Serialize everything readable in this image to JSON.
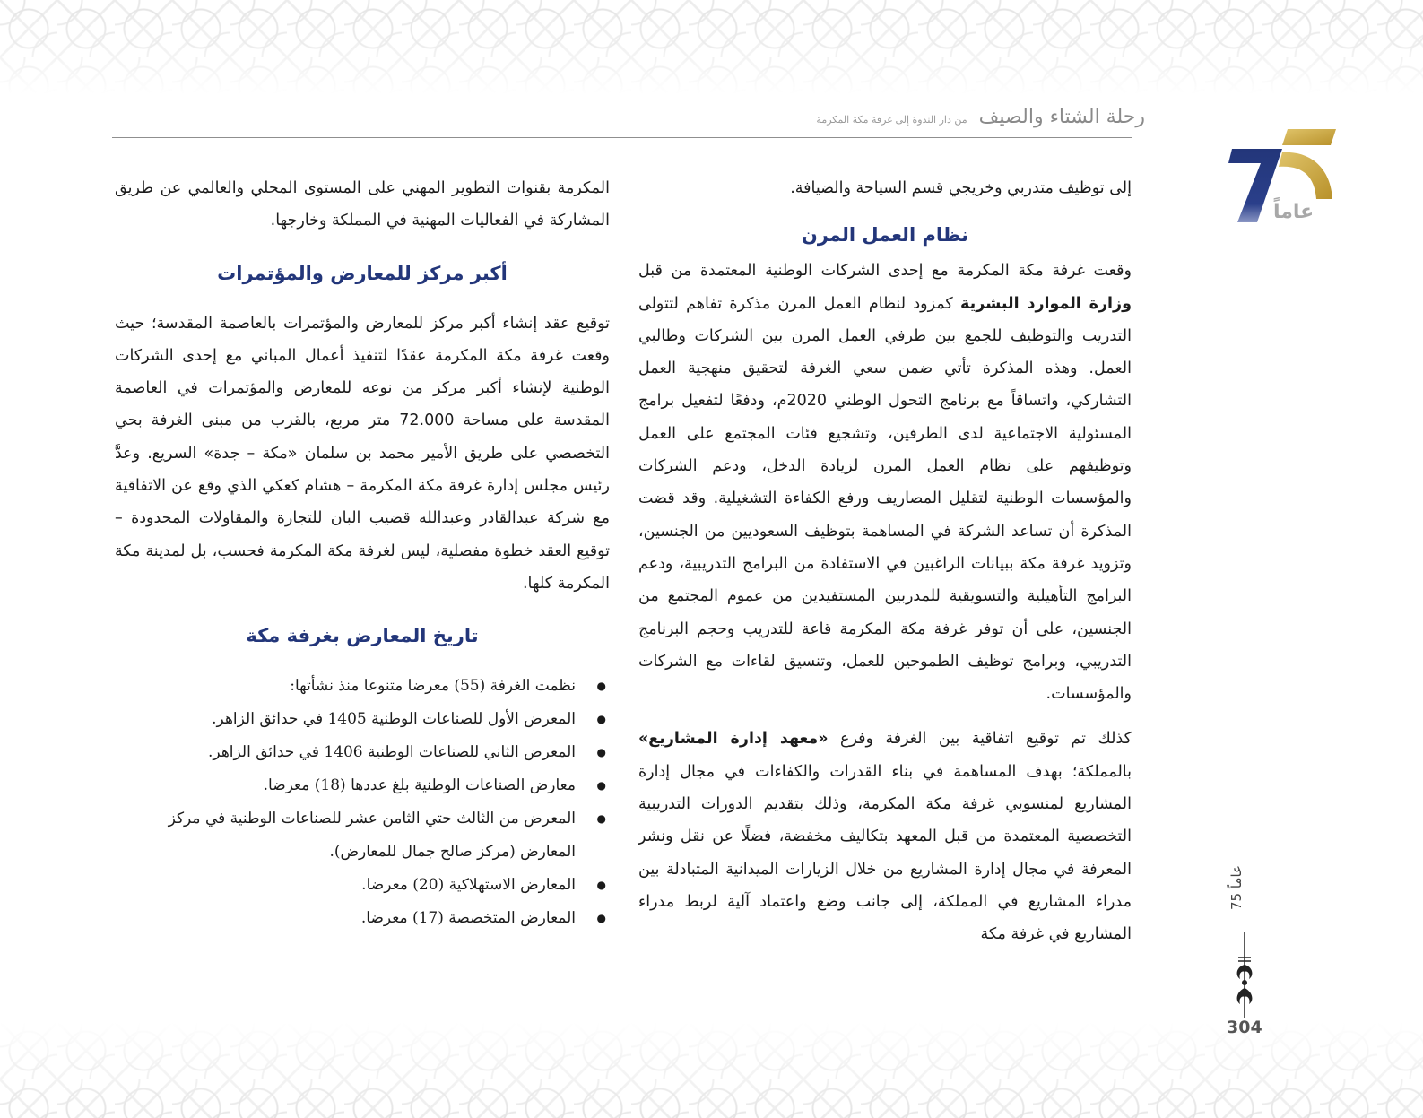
{
  "header": {
    "title": "رحلة الشتاء والصيف",
    "subtitle": "من دار الندوة إلى غرفة مكة المكرمة",
    "logo": {
      "number": "75",
      "label": "عاماً",
      "colors": {
        "seven": "#23367a",
        "five": "#c9a43a"
      }
    }
  },
  "right_column": {
    "intro_line": "إلى توظيف متدربي وخريجي قسم السياحة والضيافة.",
    "section_title": "نظام العمل المرن",
    "paragraph_1": {
      "before_bold": "وقعت غرفة مكة المكرمة مع إحدى الشركات الوطنية المعتمدة من قبل ",
      "bold": "وزارة الموارد البشرية",
      "after_bold": " كمزود لنظام العمل المرن مذكرة تفاهم لتتولى التدريب والتوظيف للجمع بين طرفي العمل المرن بين الشركات وطالبي العمل. وهذه المذكرة تأتي ضمن سعي الغرفة لتحقيق منهجية العمل التشاركي، واتساقاً مع برنامج التحول الوطني 2020م، ودفعًا لتفعيل برامج المسئولية الاجتماعية لدى الطرفين، وتشجيع فئات المجتمع على العمل وتوظيفهم على نظام العمل المرن لزيادة الدخل، ودعم الشركات والمؤسسات الوطنية لتقليل المصاريف ورفع الكفاءة التشغيلية. وقد قضت المذكرة أن تساعد الشركة في المساهمة بتوظيف السعوديين من الجنسين، وتزويد غرفة مكة ببيانات الراغبين في الاستفادة من البرامج التدريبية، ودعم البرامج التأهيلية والتسويقية للمدربين المستفيدين من عموم المجتمع من الجنسين، على أن توفر غرفة مكة المكرمة قاعة للتدريب وحجم البرنامج التدريبي، وبرامج توظيف الطموحين للعمل، وتنسيق لقاءات مع الشركات والمؤسسات."
    },
    "paragraph_2": {
      "before_bold": "كذلك تم توقيع اتفاقية بين الغرفة وفرع ",
      "bold": "«معهد إدارة المشاريع»",
      "after_bold": " بالمملكة؛ بهدف المساهمة في بناء القدرات والكفاءات في مجال إدارة المشاريع لمنسوبي غرفة مكة المكرمة، وذلك بتقديم الدورات التدريبية التخصصية المعتمدة من قبل المعهد بتكاليف مخفضة، فضلًا عن نقل ونشر المعرفة في مجال إدارة المشاريع من خلال الزيارات الميدانية المتبادلة بين مدراء المشاريع في المملكة، إلى جانب وضع واعتماد آلية لربط مدراء المشاريع في غرفة مكة"
    }
  },
  "left_column": {
    "intro_text": "المكرمة بقنوات التطوير المهني على المستوى المحلي والعالمي عن طريق المشاركة في الفعاليات المهنية في المملكة وخارجها.",
    "section_1_title": "أكبر مركز للمعارض والمؤتمرات",
    "section_1_text": "توقيع عقد إنشاء أكبر مركز للمعارض والمؤتمرات بالعاصمة المقدسة؛ حيث وقعت غرفة مكة المكرمة عقدًا لتنفيذ أعمال المباني مع إحدى الشركات الوطنية لإنشاء أكبر مركز من نوعه للمعارض والمؤتمرات في العاصمة المقدسة على مساحة 72.000 متر مربع، بالقرب من مبنى الغرفة بحي التخصصي على طريق الأمير محمد بن سلمان «مكة – جدة» السريع. وعدَّ رئيس مجلس إدارة غرفة مكة المكرمة – هشام كعكي الذي وقع عن الاتفاقية مع شركة عبدالقادر وعبدالله قضيب البان للتجارة والمقاولات المحدودة – توقيع العقد خطوة مفصلية، ليس لغرفة مكة المكرمة فحسب، بل لمدينة مكة المكرمة كلها.",
    "section_2_title": "تاريخ المعارض بغرفة مكة",
    "bullets": [
      "نظمت الغرفة (55) معرضا متنوعا منذ نشأتها:",
      "المعرض الأول للصناعات الوطنية 1405 في حدائق الزاهر.",
      "المعرض الثاني للصناعات الوطنية 1406 في حدائق الزاهر.",
      "معارض الصناعات الوطنية بلغ عددها (18) معرضا.",
      "المعرض من الثالث حتي الثامن عشر للصناعات الوطنية في مركز المعارض (مركز صالح جمال للمعارض).",
      "المعارض الاستهلاكية (20) معرضا.",
      "المعارض المتخصصة (17) معرضا."
    ]
  },
  "footer": {
    "side_label": "75 عاماً",
    "page_number": "304"
  },
  "colors": {
    "heading": "#23367a",
    "gold": "#c9a43a",
    "text": "#1c1c1c",
    "rule": "#8f8f8f"
  }
}
